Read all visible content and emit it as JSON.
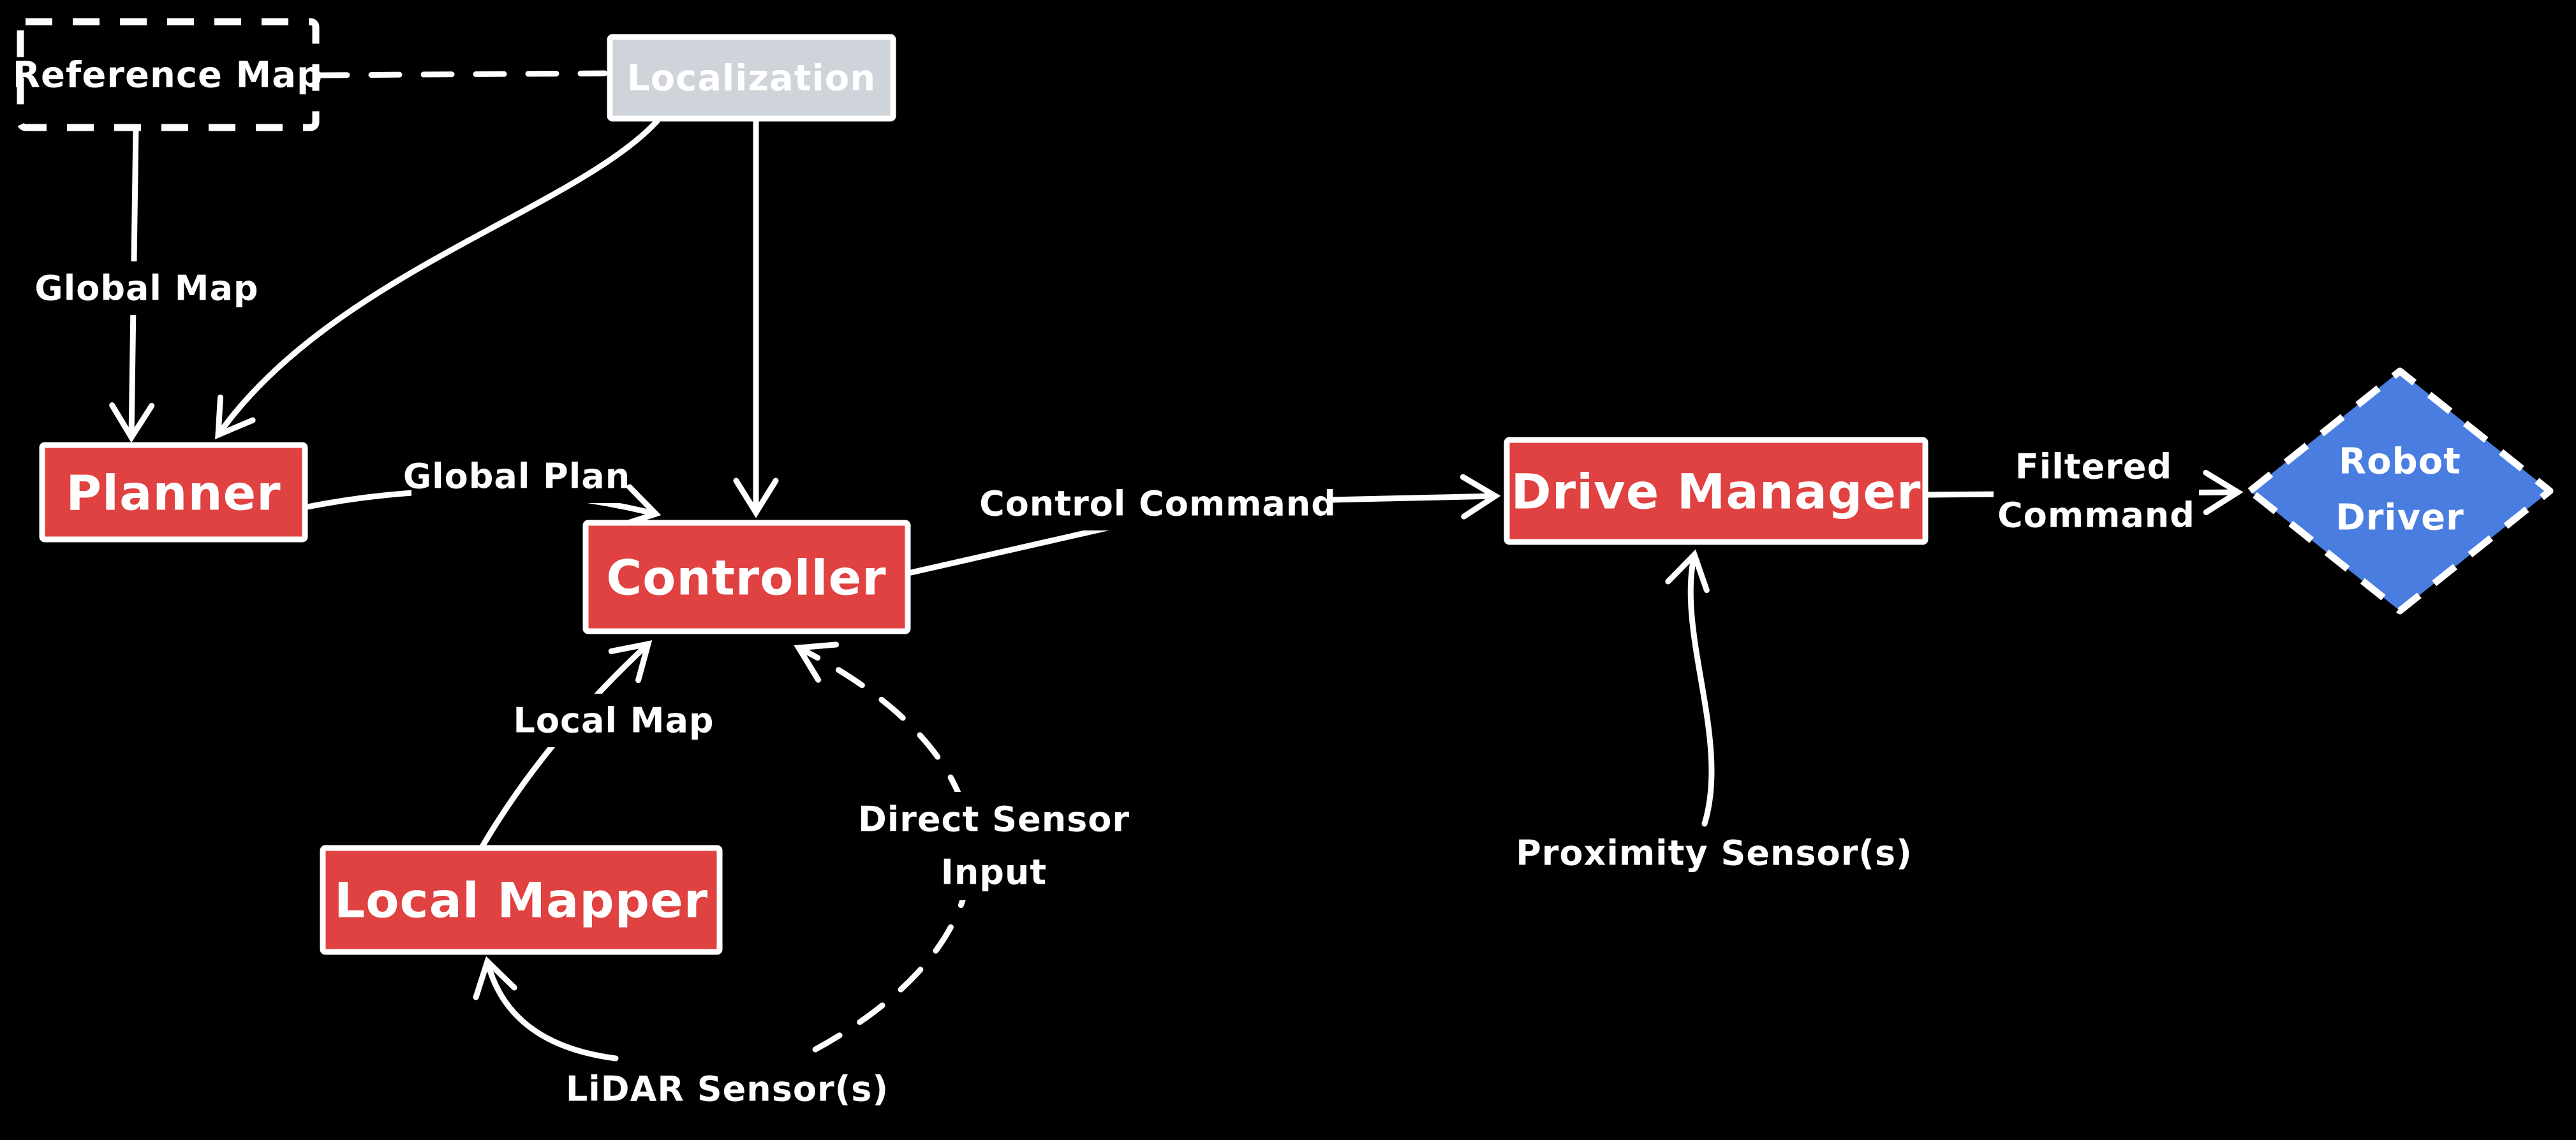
{
  "diagram": {
    "colors": {
      "background": "#000000",
      "node_red": "#e04141",
      "node_gray": "#ced4da",
      "node_gray_text": "#2c3136",
      "node_blue": "#4a7de0",
      "line_white": "#ffffff"
    },
    "nodes": {
      "reference_map": {
        "label": "Reference Map",
        "shape": "rectangle",
        "border": "dashed"
      },
      "localization": {
        "label": "Localization",
        "shape": "rectangle",
        "border": "solid"
      },
      "planner": {
        "label": "Planner",
        "shape": "rectangle",
        "border": "solid"
      },
      "controller": {
        "label": "Controller",
        "shape": "rectangle",
        "border": "solid"
      },
      "local_mapper": {
        "label": "Local Mapper",
        "shape": "rectangle",
        "border": "solid"
      },
      "drive_manager": {
        "label": "Drive Manager",
        "shape": "rectangle",
        "border": "solid"
      },
      "robot_driver": {
        "label": "Robot Driver",
        "label_line1": "Robot",
        "label_line2": "Driver",
        "shape": "diamond",
        "border": "dashed"
      }
    },
    "sources": {
      "lidar": {
        "label": "LiDAR Sensor(s)"
      },
      "proximity": {
        "label": "Proximity Sensor(s)"
      }
    },
    "edges": {
      "reference_to_localization": {
        "from": "Reference Map",
        "to": "Localization",
        "label": "",
        "style": "dashed",
        "arrow": false
      },
      "global_map": {
        "from": "Reference Map",
        "to": "Planner",
        "label": "Global Map",
        "style": "solid",
        "arrow": true
      },
      "localization_to_planner": {
        "from": "Localization",
        "to": "Planner",
        "label": "",
        "style": "solid",
        "arrow": true
      },
      "localization_to_controller": {
        "from": "Localization",
        "to": "Controller",
        "label": "",
        "style": "solid",
        "arrow": true
      },
      "global_plan": {
        "from": "Planner",
        "to": "Controller",
        "label": "Global Plan",
        "style": "solid",
        "arrow": true
      },
      "local_map": {
        "from": "Local Mapper",
        "to": "Controller",
        "label": "Local Map",
        "style": "solid",
        "arrow": true
      },
      "lidar_to_local_mapper": {
        "from": "LiDAR Sensor(s)",
        "to": "Local Mapper",
        "label": "",
        "style": "solid",
        "arrow": true
      },
      "direct_sensor_input": {
        "from": "LiDAR Sensor(s)",
        "to": "Controller",
        "label": "Direct Sensor Input",
        "label_line1": "Direct Sensor",
        "label_line2": "Input",
        "style": "dashed",
        "arrow": true
      },
      "control_command": {
        "from": "Controller",
        "to": "Drive Manager",
        "label": "Control Command",
        "style": "solid",
        "arrow": true
      },
      "proximity_to_drive_manager": {
        "from": "Proximity Sensor(s)",
        "to": "Drive Manager",
        "label": "",
        "style": "solid",
        "arrow": true
      },
      "filtered_command": {
        "from": "Drive Manager",
        "to": "Robot Driver",
        "label": "Filtered Command",
        "label_line1": "Filtered",
        "label_line2": "Command",
        "style": "solid",
        "arrow": true
      }
    }
  }
}
